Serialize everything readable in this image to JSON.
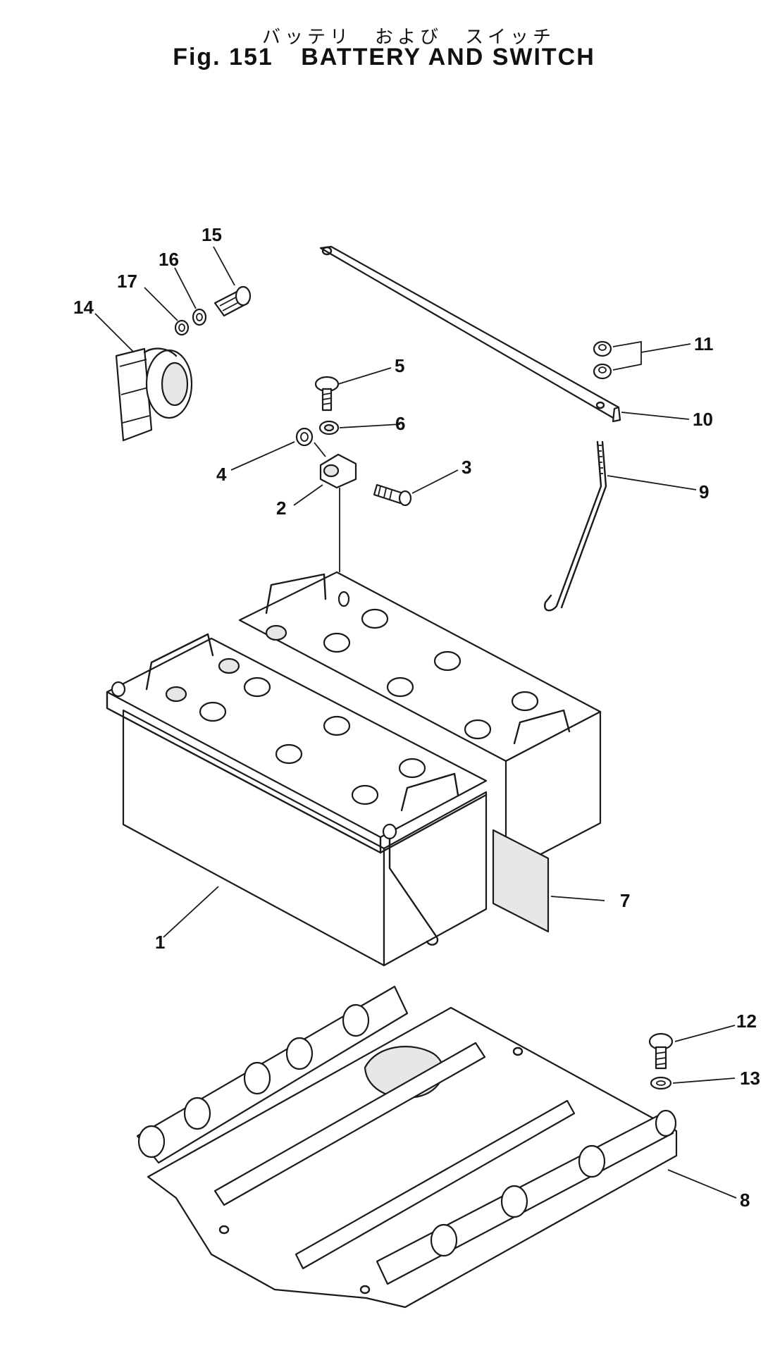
{
  "header": {
    "japanese_title": "バッテリ　および　スイッチ",
    "figure_number": "Fig. 151",
    "title": "BATTERY AND SWITCH"
  },
  "callouts": [
    {
      "id": "1",
      "label": "1"
    },
    {
      "id": "2",
      "label": "2"
    },
    {
      "id": "3",
      "label": "3"
    },
    {
      "id": "4",
      "label": "4"
    },
    {
      "id": "5",
      "label": "5"
    },
    {
      "id": "6",
      "label": "6"
    },
    {
      "id": "7",
      "label": "7"
    },
    {
      "id": "8",
      "label": "8"
    },
    {
      "id": "9",
      "label": "9"
    },
    {
      "id": "10",
      "label": "10"
    },
    {
      "id": "11",
      "label": "11"
    },
    {
      "id": "12",
      "label": "12"
    },
    {
      "id": "13",
      "label": "13"
    },
    {
      "id": "14",
      "label": "14"
    },
    {
      "id": "15",
      "label": "15"
    },
    {
      "id": "16",
      "label": "16"
    },
    {
      "id": "17",
      "label": "17"
    }
  ]
}
